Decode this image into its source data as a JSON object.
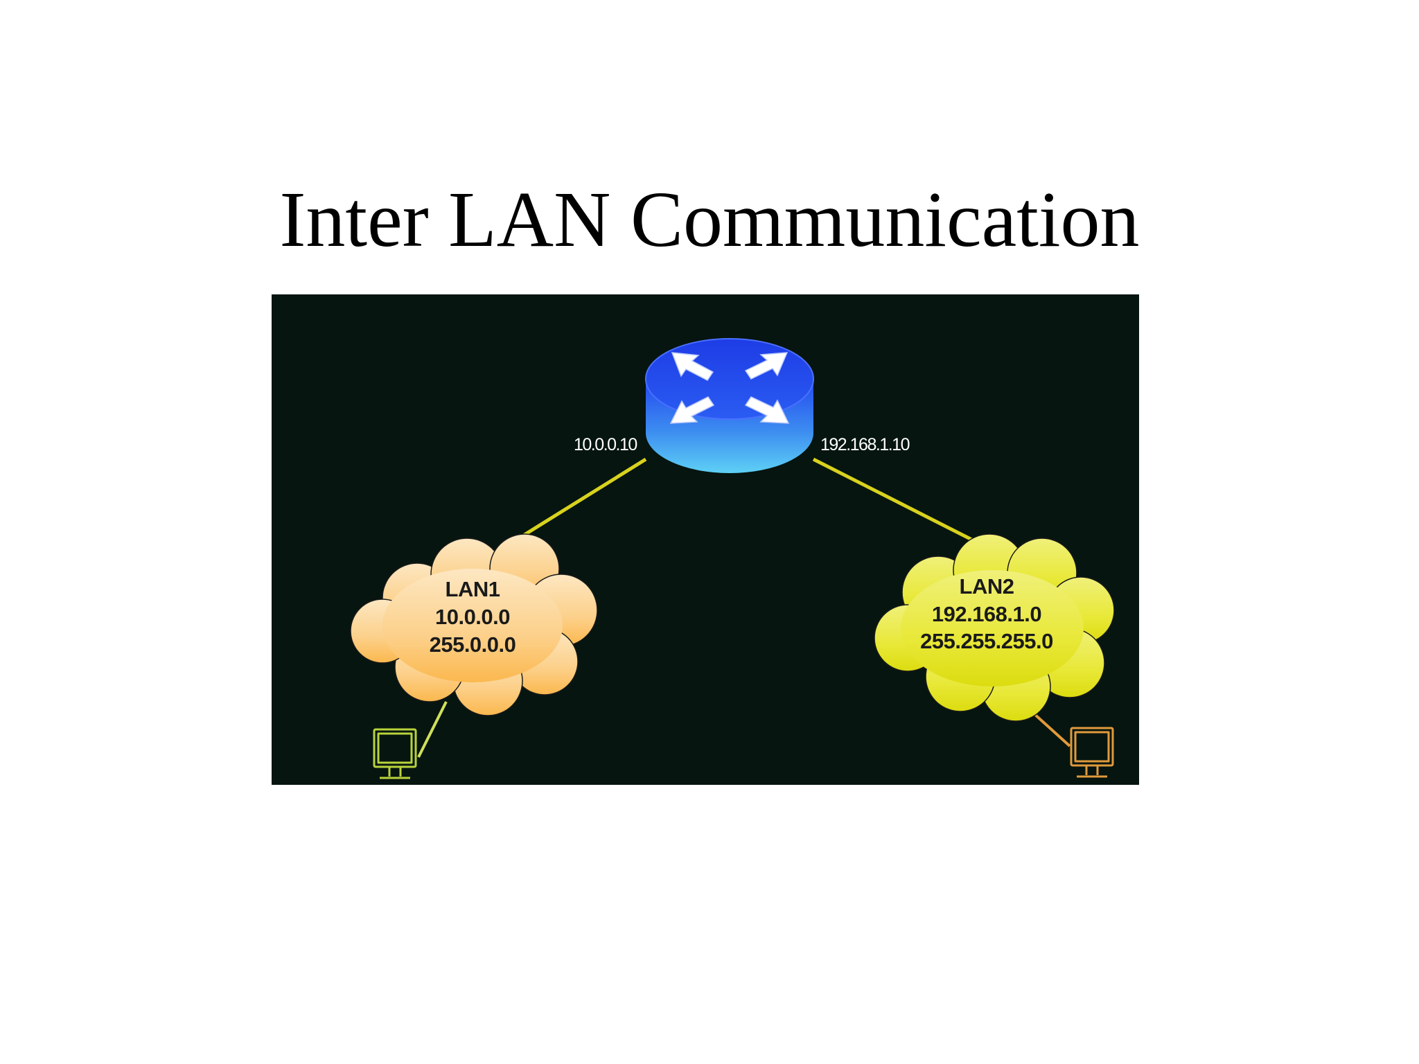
{
  "title": "Inter LAN Communication",
  "colors": {
    "background": "#06150f",
    "router_body": "#2a50e8",
    "router_top": "#1c3ae0",
    "link_line": "#d8d21e",
    "lan1_cloud": "#fbc46e",
    "lan2_cloud": "#e3e31f",
    "host1_icon": "#b9d23b",
    "host2_icon": "#e09a3c"
  },
  "router": {
    "icon": "router-icon",
    "interface_left": "10.0.0.10",
    "interface_right": "192.168.1.10"
  },
  "lan1": {
    "name": "LAN1",
    "network": "10.0.0.0",
    "mask": "255.0.0.0"
  },
  "lan2": {
    "name": "LAN2",
    "network": "192.168.1.0",
    "mask": "255.255.255.0"
  },
  "hosts": [
    {
      "icon": "computer-icon"
    },
    {
      "icon": "computer-icon"
    }
  ]
}
